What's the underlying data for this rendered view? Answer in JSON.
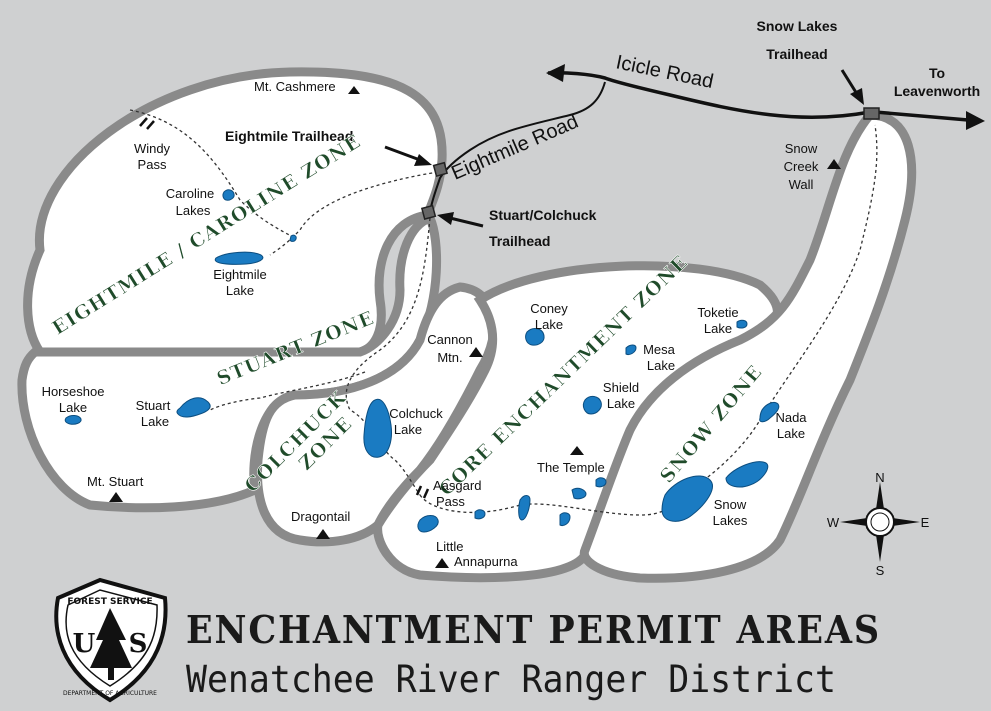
{
  "map": {
    "roads": {
      "icicle": "Icicle Road",
      "eightmile": "Eightmile Road",
      "to_leavenworth_line1": "To",
      "to_leavenworth_line2": "Leavenworth"
    },
    "trailheads": {
      "snow_lakes_line1": "Snow Lakes",
      "snow_lakes_line2": "Trailhead",
      "eightmile": "Eightmile Trailhead",
      "stuart_line1": "Stuart/Colchuck",
      "stuart_line2": "Trailhead"
    },
    "zones": {
      "eightmile": "EIGHTMILE / CAROLINE ZONE",
      "stuart": "STUART ZONE",
      "colchuck_line1": "COLCHUCK",
      "colchuck_line2": "ZONE",
      "core": "CORE ENCHANTMENT ZONE",
      "snow": "SNOW ZONE"
    },
    "peaks": {
      "cashmere": "Mt. Cashmere",
      "cannon_line1": "Cannon",
      "cannon_line2": "Mtn.",
      "stuart": "Mt. Stuart",
      "dragontail": "Dragontail",
      "temple": "The Temple",
      "annapurna_line1": "Little",
      "annapurna_line2": "Annapurna",
      "snow_creek_line1": "Snow",
      "snow_creek_line2": "Creek",
      "snow_creek_line3": "Wall"
    },
    "lakes": {
      "caroline_line1": "Caroline",
      "caroline_line2": "Lakes",
      "eightmile_line1": "Eightmile",
      "eightmile_line2": "Lake",
      "horseshoe_line1": "Horseshoe",
      "horseshoe_line2": "Lake",
      "stuart_line1": "Stuart",
      "stuart_line2": "Lake",
      "colchuck_line1": "Colchuck",
      "colchuck_line2": "Lake",
      "coney_line1": "Coney",
      "coney_line2": "Lake",
      "toketie_line1": "Toketie",
      "toketie_line2": "Lake",
      "mesa_line1": "Mesa",
      "mesa_line2": "Lake",
      "shield_line1": "Shield",
      "shield_line2": "Lake",
      "nada_line1": "Nada",
      "nada_line2": "Lake",
      "snow_line1": "Snow",
      "snow_line2": "Lakes"
    },
    "passes": {
      "windy_line1": "Windy",
      "windy_line2": "Pass",
      "aasgard_line1": "Aasgard",
      "aasgard_line2": "Pass"
    },
    "compass": {
      "n": "N",
      "s": "S",
      "e": "E",
      "w": "W"
    }
  },
  "logo": {
    "top_text": "FOREST SERVICE",
    "letters_left": "U",
    "letters_right": "S",
    "bottom_text": "DEPARTMENT OF AGRICULTURE"
  },
  "title": "ENCHANTMENT PERMIT AREAS",
  "subtitle": "Wenatchee River Ranger District"
}
